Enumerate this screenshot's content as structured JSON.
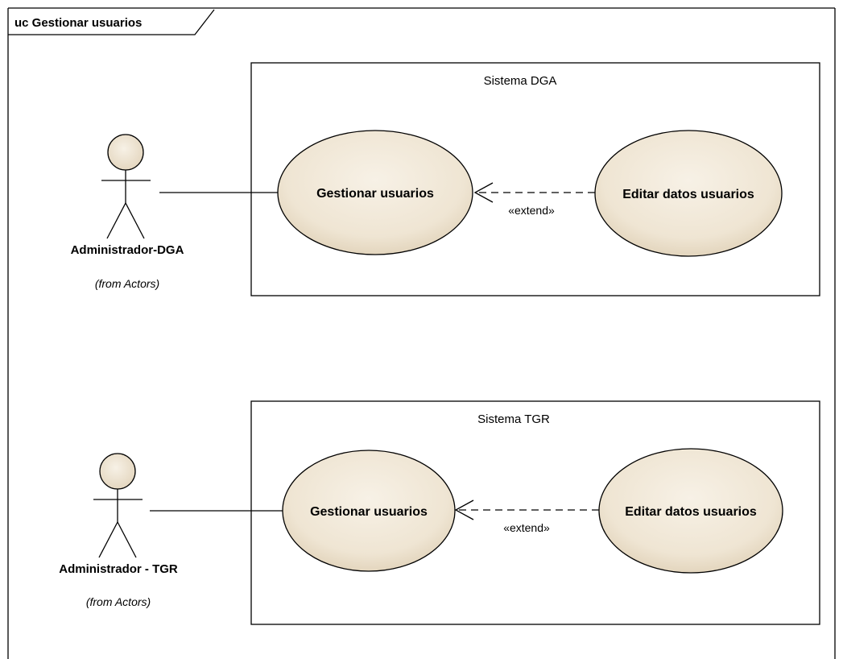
{
  "frame": {
    "title": "uc Gestionar usuarios"
  },
  "systems": [
    {
      "name": "Sistema DGA",
      "actor": {
        "name": "Administrador-DGA",
        "from": "(from Actors)"
      },
      "base_use_case": "Gestionar usuarios",
      "extending_use_case": "Editar datos usuarios",
      "relation": "«extend»"
    },
    {
      "name": "Sistema TGR",
      "actor": {
        "name": "Administrador - TGR",
        "from": "(from Actors)"
      },
      "base_use_case": "Gestionar usuarios",
      "extending_use_case": "Editar datos usuarios",
      "relation": "«extend»"
    }
  ],
  "colors": {
    "use_case_fill": "#f3eadb",
    "use_case_fill_edge": "#dccdb2",
    "line": "#000000",
    "background": "#ffffff"
  }
}
